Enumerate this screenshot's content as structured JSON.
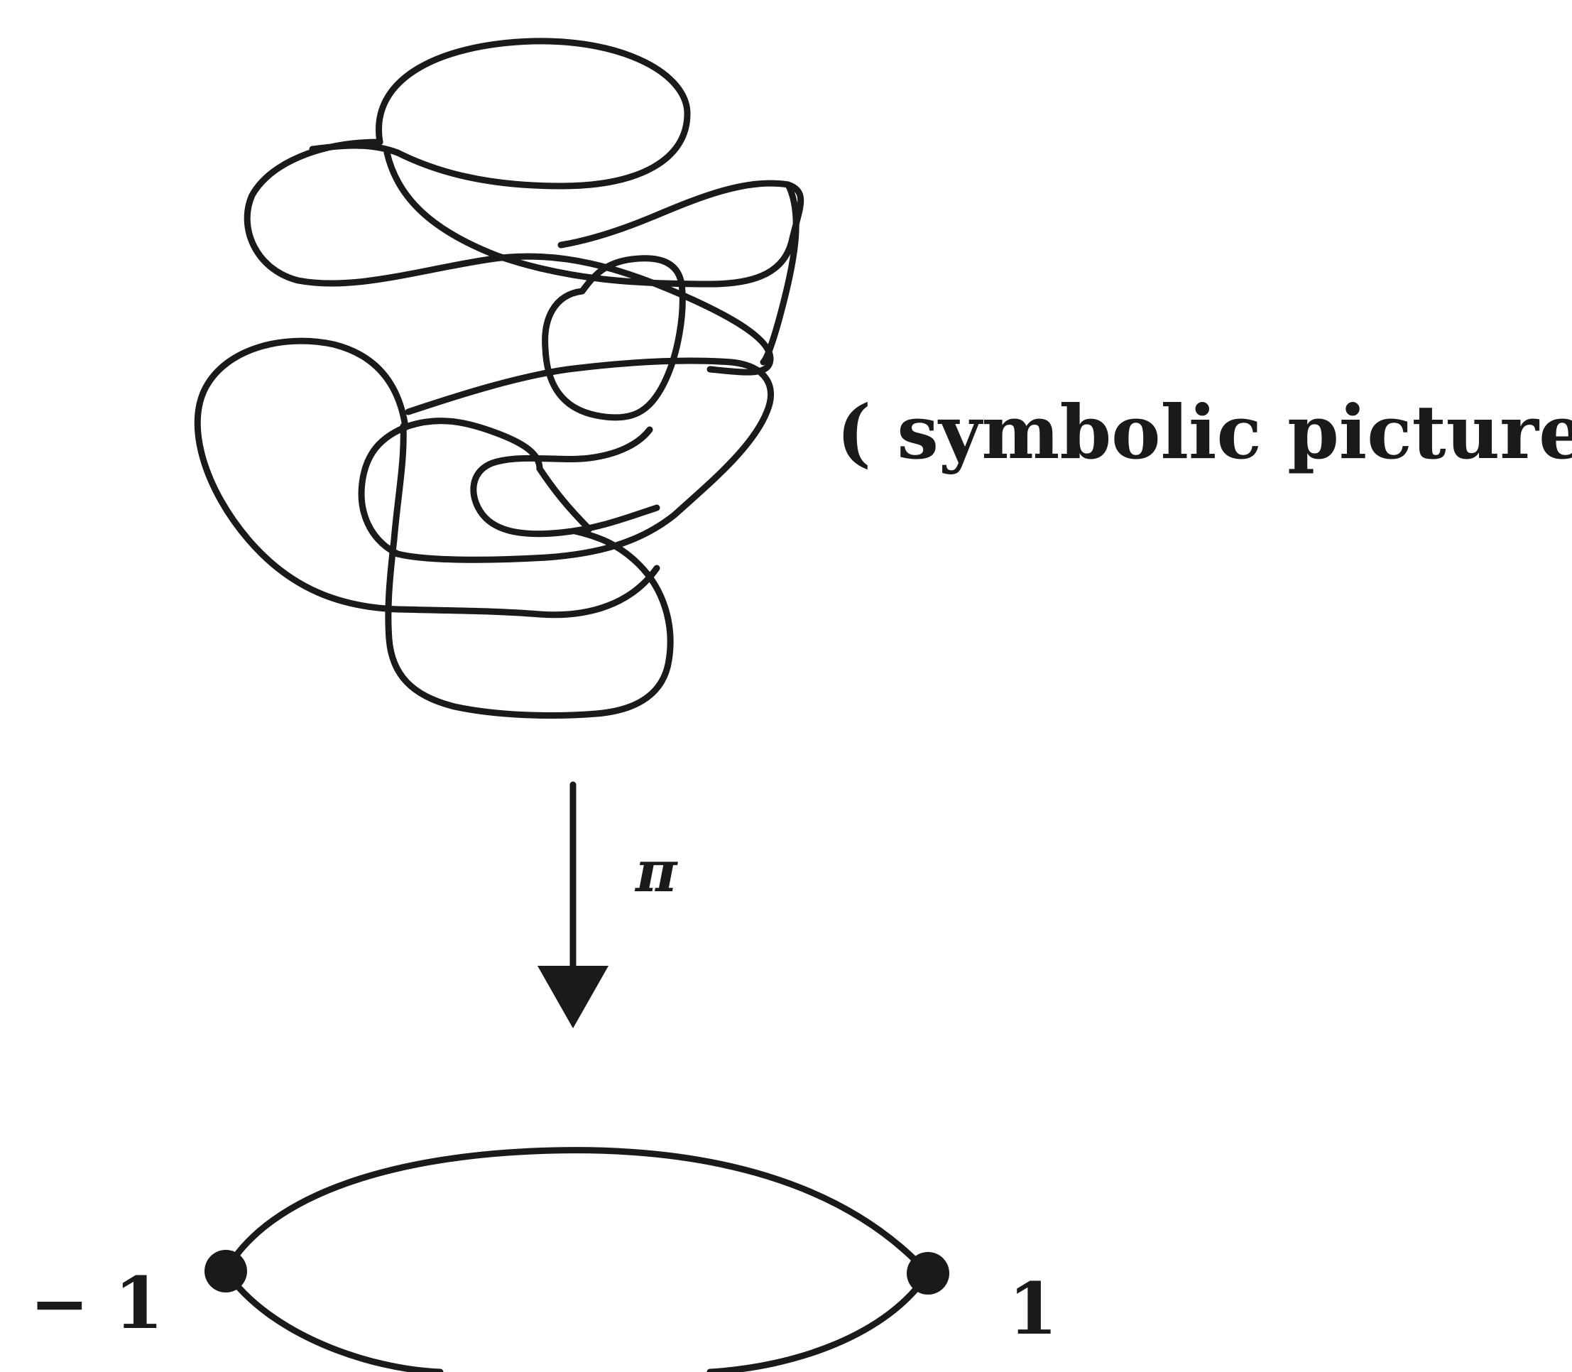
{
  "caption": "( symbolic picture)",
  "map_label": "π",
  "left_point_label": "− 1",
  "right_point_label": "1"
}
